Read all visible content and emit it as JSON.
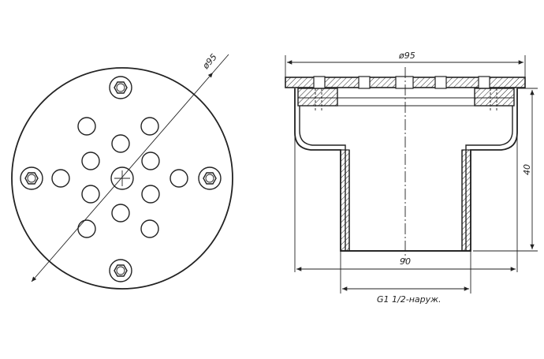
{
  "plan_view": {
    "diameter_label": "ø95"
  },
  "section_view": {
    "top_diameter_label": "ø95",
    "height_label": "40",
    "base_width_label": "90",
    "thread_label": "G1 1/2-наруж."
  },
  "colors": {
    "line": "#222222",
    "hatch": "#222222",
    "background": "#ffffff"
  }
}
